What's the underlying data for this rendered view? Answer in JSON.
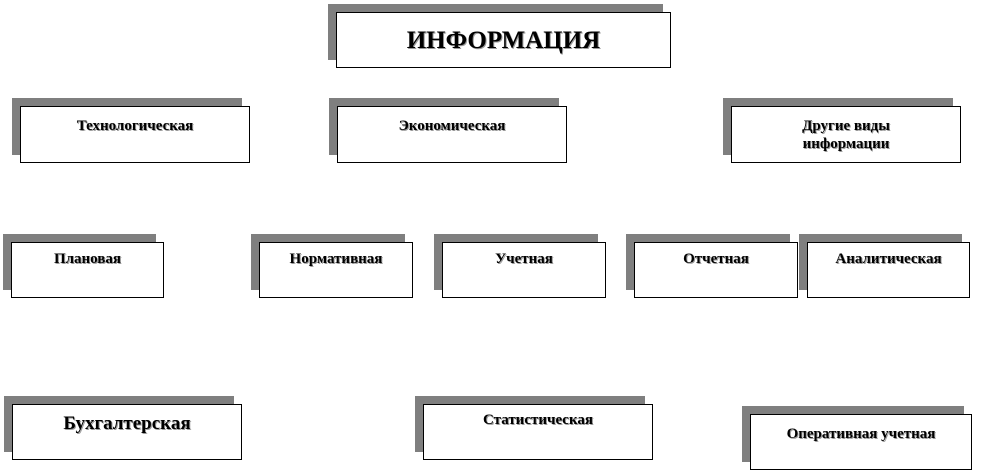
{
  "diagram": {
    "root": {
      "label": "ИНФОРМАЦИЯ"
    },
    "level1": [
      {
        "label": "Технологическая"
      },
      {
        "label": "Экономическая"
      },
      {
        "label": "Другие виды информации"
      }
    ],
    "level2": [
      {
        "label": "Плановая"
      },
      {
        "label": "Нормативная"
      },
      {
        "label": "Учетная"
      },
      {
        "label": "Отчетная"
      },
      {
        "label": "Аналитическая"
      }
    ],
    "level3": [
      {
        "label": "Бухгалтерская"
      },
      {
        "label": "Статистическая"
      },
      {
        "label": "Оперативная учетная"
      }
    ]
  }
}
